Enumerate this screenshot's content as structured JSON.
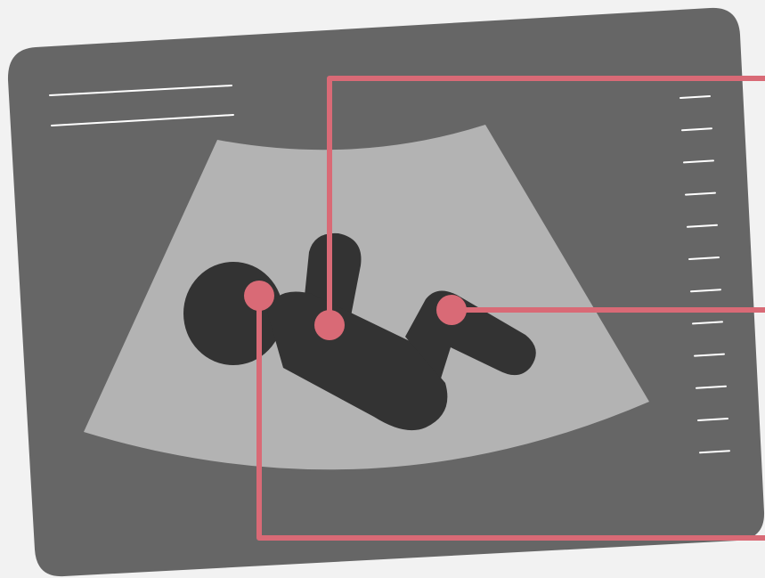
{
  "illustration": {
    "subject": "ultrasound-scan-with-fetus",
    "colors": {
      "background": "#f2f2f2",
      "monitor": "#666666",
      "scan_area": "#b3b3b3",
      "fetus": "#333333",
      "callout": "#d96a76",
      "marks": "#ffffff"
    },
    "scale_tick_count": 12,
    "callout_count": 3,
    "header_line_count": 2
  }
}
